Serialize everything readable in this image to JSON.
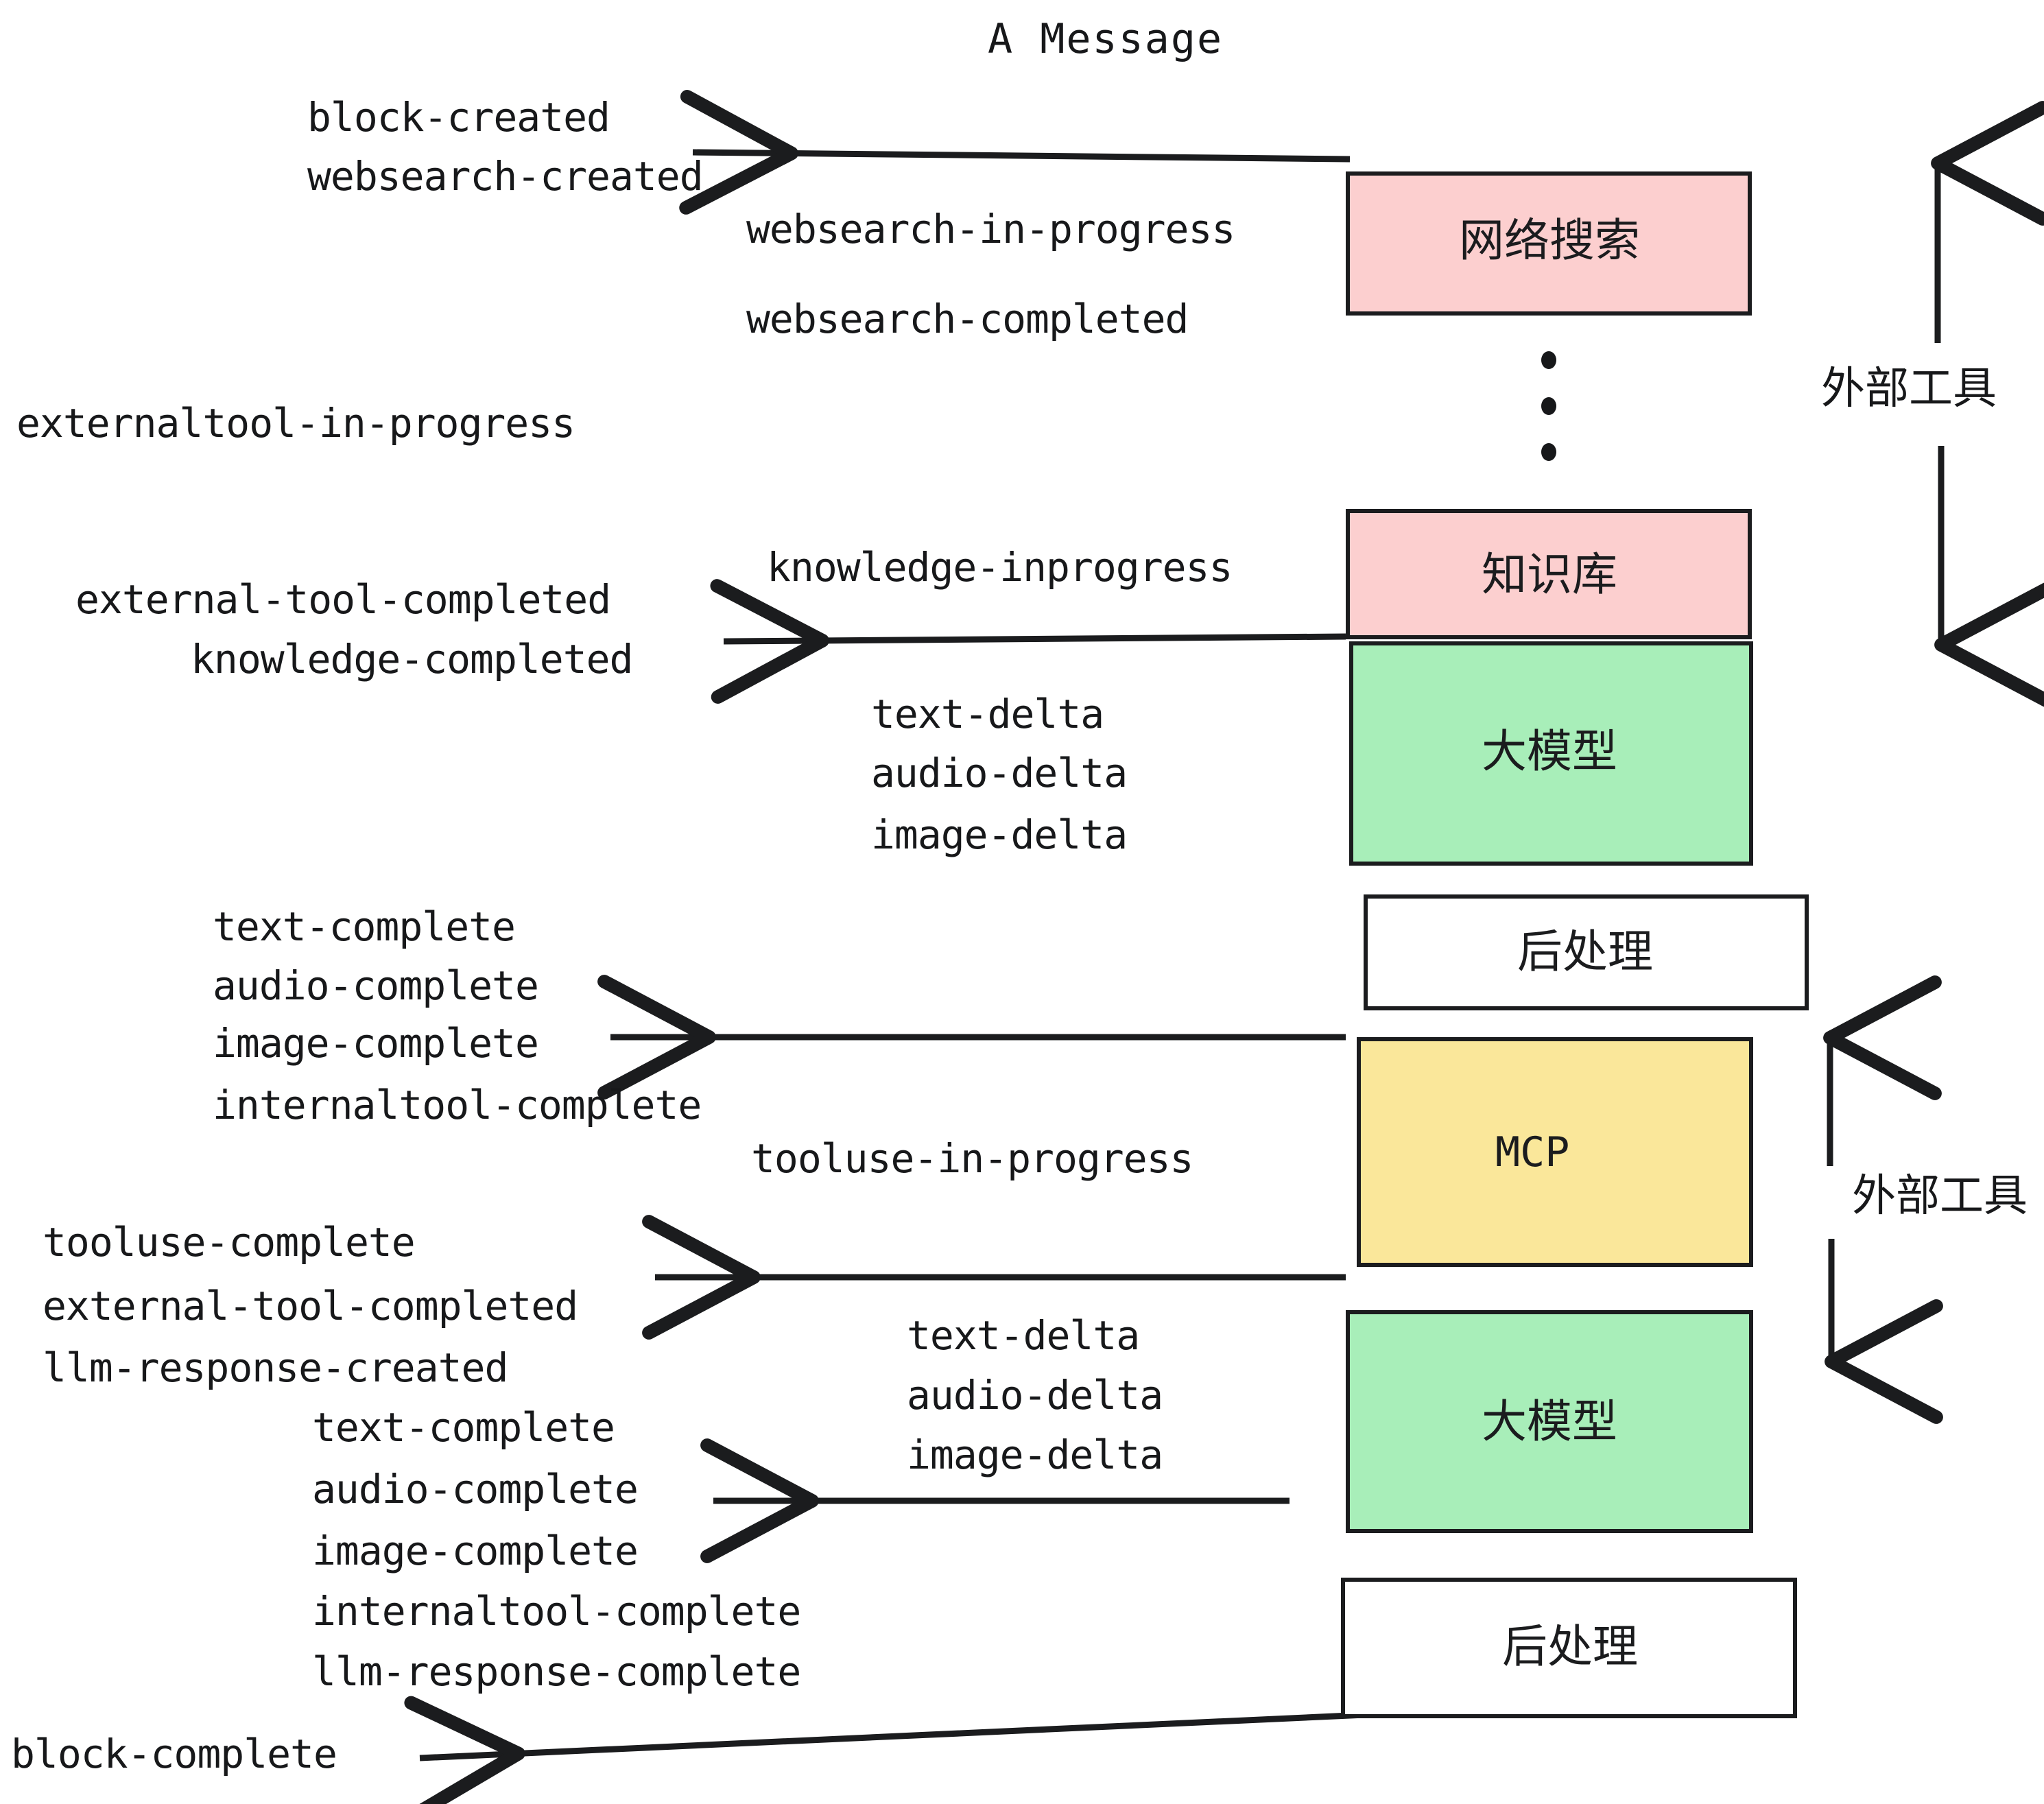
{
  "title": "A Message",
  "colors": {
    "pink": "#fccfcf",
    "green": "#a8eeb9",
    "yellow": "#fae79a",
    "white": "#ffffff",
    "stroke": "#1b1c1e",
    "text": "#17181a"
  },
  "nodes": [
    {
      "id": "websearch",
      "label": "网络搜索",
      "fill": "#fccfcf"
    },
    {
      "id": "knowledge",
      "label": "知识库",
      "fill": "#fccfcf"
    },
    {
      "id": "llm1",
      "label": "大模型",
      "fill": "#a8eeb9"
    },
    {
      "id": "postproc1",
      "label": "后处理",
      "fill": "#ffffff"
    },
    {
      "id": "mcp",
      "label": "MCP",
      "fill": "#fae79a"
    },
    {
      "id": "llm2",
      "label": "大模型",
      "fill": "#a8eeb9"
    },
    {
      "id": "postproc2",
      "label": "后处理",
      "fill": "#ffffff"
    }
  ],
  "group_labels": [
    {
      "id": "external-tools-top",
      "label": "外部工具"
    },
    {
      "id": "external-tools-bottom",
      "label": "外部工具"
    }
  ],
  "events": [
    {
      "id": "e01",
      "text": "block-created"
    },
    {
      "id": "e02",
      "text": "websearch-created"
    },
    {
      "id": "e03",
      "text": "websearch-in-progress"
    },
    {
      "id": "e04",
      "text": "websearch-completed"
    },
    {
      "id": "e05",
      "text": "externaltool-in-progress"
    },
    {
      "id": "e06",
      "text": "knowledge-inprogress"
    },
    {
      "id": "e07",
      "text": "external-tool-completed"
    },
    {
      "id": "e08",
      "text": "knowledge-completed"
    },
    {
      "id": "e09",
      "text": "text-delta"
    },
    {
      "id": "e10",
      "text": "audio-delta"
    },
    {
      "id": "e11",
      "text": "image-delta"
    },
    {
      "id": "e12",
      "text": "text-complete"
    },
    {
      "id": "e13",
      "text": "audio-complete"
    },
    {
      "id": "e14",
      "text": "image-complete"
    },
    {
      "id": "e15",
      "text": "internaltool-complete"
    },
    {
      "id": "e16",
      "text": "tooluse-in-progress"
    },
    {
      "id": "e17",
      "text": "tooluse-complete"
    },
    {
      "id": "e18",
      "text": "external-tool-completed"
    },
    {
      "id": "e19",
      "text": "llm-response-created"
    },
    {
      "id": "e20",
      "text": "text-delta"
    },
    {
      "id": "e21",
      "text": "audio-delta"
    },
    {
      "id": "e22",
      "text": "image-delta"
    },
    {
      "id": "e23",
      "text": "text-complete"
    },
    {
      "id": "e24",
      "text": "audio-complete"
    },
    {
      "id": "e25",
      "text": "image-complete"
    },
    {
      "id": "e26",
      "text": "internaltool-complete"
    },
    {
      "id": "e27",
      "text": "llm-response-complete"
    },
    {
      "id": "e28",
      "text": "block-complete"
    }
  ]
}
